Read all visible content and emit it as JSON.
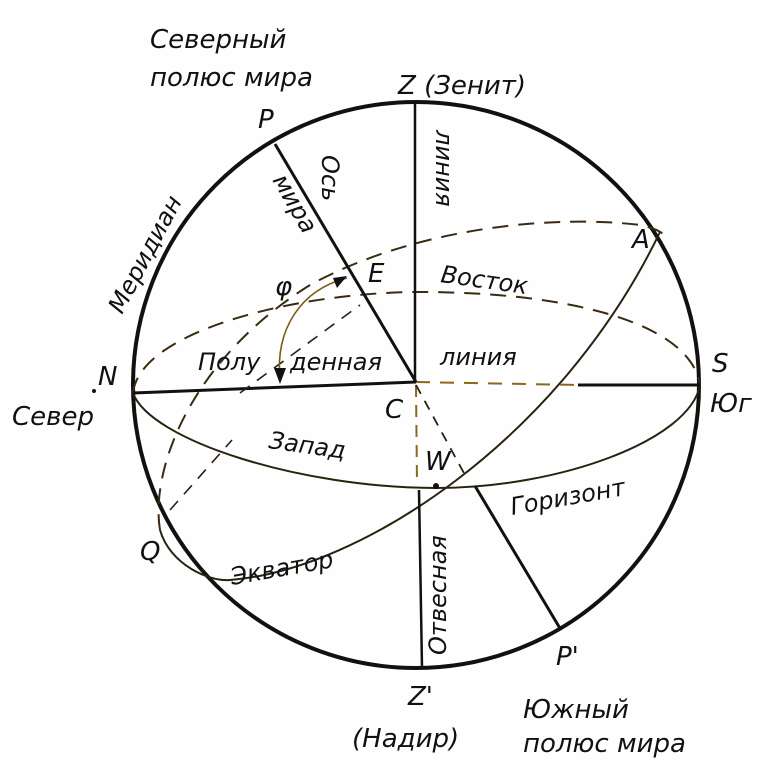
{
  "diagram": {
    "title_north_pole": [
      "Северный",
      "полюс мира"
    ],
    "title_south_pole": [
      "Южный",
      "полюс мира"
    ],
    "points": {
      "P": "P",
      "P_prime": "P'",
      "Z": "Z (Зенит)",
      "Z_prime": "Z'",
      "nadir": "(Надир)",
      "N": "N",
      "S": "S",
      "Q": "Q",
      "A": "A",
      "E": "E",
      "W": "W",
      "C": "C",
      "phi": "φ"
    },
    "labels": {
      "meridian": "Меридиан",
      "axis_word1": "Ось",
      "axis_word2": "мира",
      "zenith_line": "линия",
      "east": "Восток",
      "noon_line_1": "Полу",
      "noon_line_2": "денная",
      "noon_line_3": "линия",
      "north": "Север",
      "south": "Юг",
      "west": "Запад",
      "horizon": "Горизонт",
      "equator": "Экватор",
      "plumb": "Отвесная"
    },
    "colors": {
      "ink": "#111111",
      "accent_line": "#8a6a1a",
      "background": "#fefefe"
    }
  }
}
